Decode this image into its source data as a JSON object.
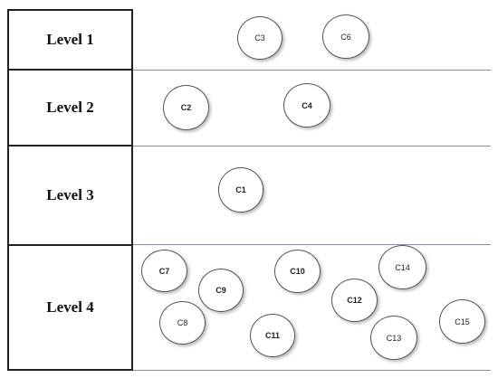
{
  "levels": [
    {
      "label": "Level 1"
    },
    {
      "label": "Level 2"
    },
    {
      "label": "Level 3"
    },
    {
      "label": "Level 4"
    }
  ],
  "nodes": [
    {
      "label": "C3",
      "bold": false
    },
    {
      "label": "C6",
      "bold": false
    },
    {
      "label": "C2",
      "bold": true
    },
    {
      "label": "C4",
      "bold": true
    },
    {
      "label": "C1",
      "bold": true
    },
    {
      "label": "C7",
      "bold": true
    },
    {
      "label": "C10",
      "bold": true
    },
    {
      "label": "C14",
      "bold": false
    },
    {
      "label": "C9",
      "bold": true
    },
    {
      "label": "C12",
      "bold": true
    },
    {
      "label": "C8",
      "bold": false
    },
    {
      "label": "C15",
      "bold": false
    },
    {
      "label": "C11",
      "bold": true
    },
    {
      "label": "C13",
      "bold": false
    }
  ],
  "colors": {
    "box_border": "#222222",
    "divider": "#8a8f99",
    "node_border": "#555555"
  }
}
